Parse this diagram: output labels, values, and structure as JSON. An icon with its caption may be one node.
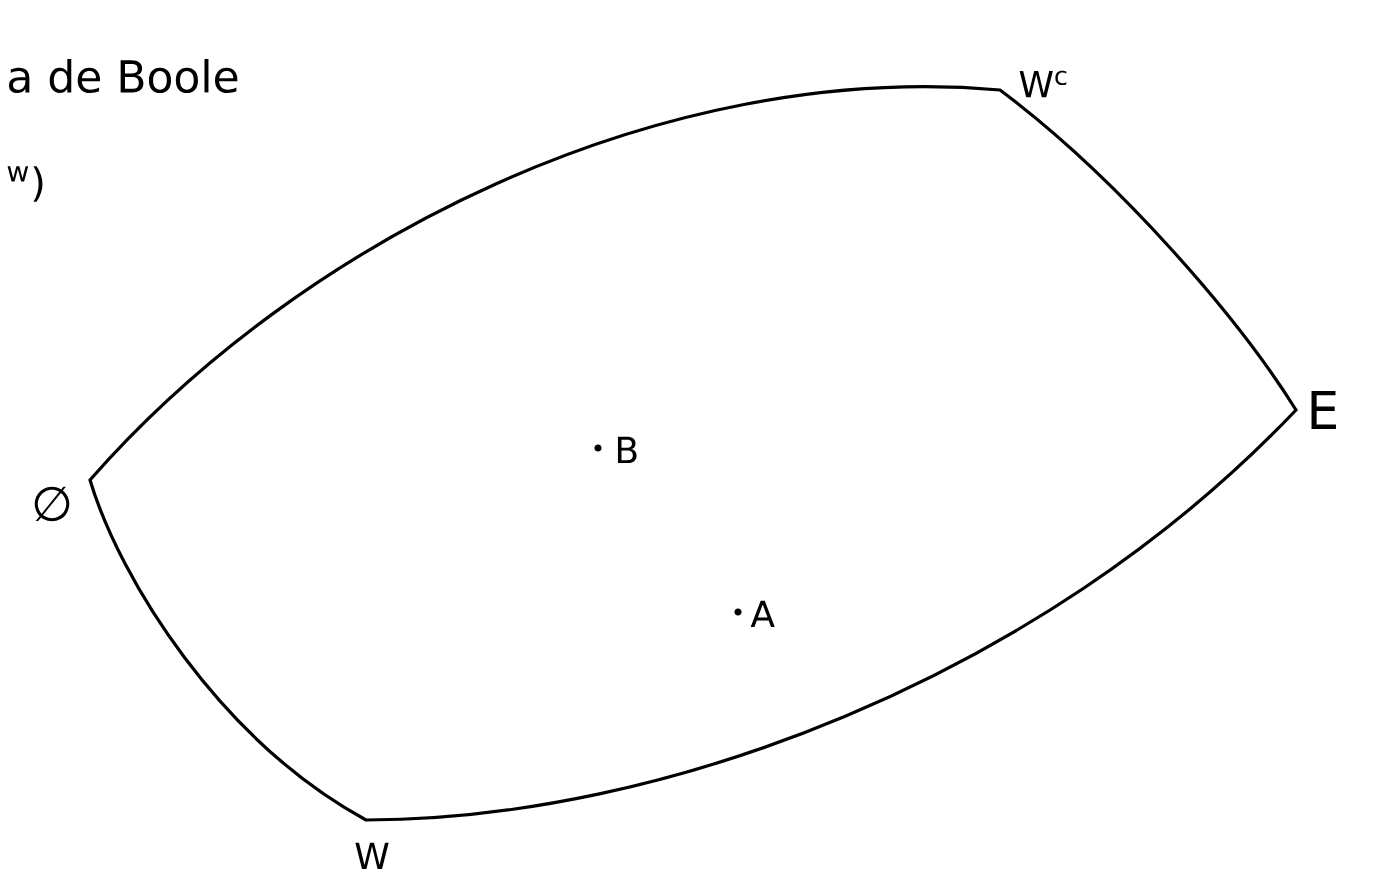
{
  "diagram": {
    "labels": [
      "a de Boole",
      "$^{w}$)",
      "W$^{c}$",
      "∅",
      "E",
      "B",
      "A",
      "W"
    ]
  }
}
